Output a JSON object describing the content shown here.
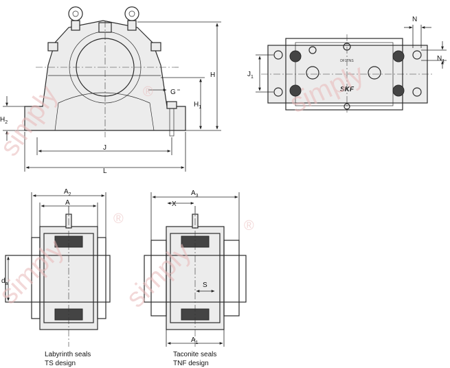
{
  "dimension_labels": {
    "N": "N",
    "N1": "N",
    "N1_sub": "1",
    "J1": "J",
    "J1_sub": "1",
    "H": "H",
    "H1": "H",
    "H1_sub": "1",
    "H2": "H",
    "H2_sub": "2",
    "G": "G",
    "J": "J",
    "L": "L",
    "A2": "A",
    "A2_sub": "2",
    "A": "A",
    "A3": "A",
    "A3_sub": "3",
    "X": "X",
    "S": "S",
    "da": "d",
    "da_sub": "a",
    "A1": "A",
    "A1_sub": "1"
  },
  "housing_text": {
    "brand": "SKF",
    "marking": "DF1TNS"
  },
  "captions": {
    "left_line1": "Labyrinth seals",
    "left_line2": "TS design",
    "right_line1": "Taconite seals",
    "right_line2": "TNF design"
  },
  "watermark": {
    "text": "simply",
    "mark": "®"
  }
}
